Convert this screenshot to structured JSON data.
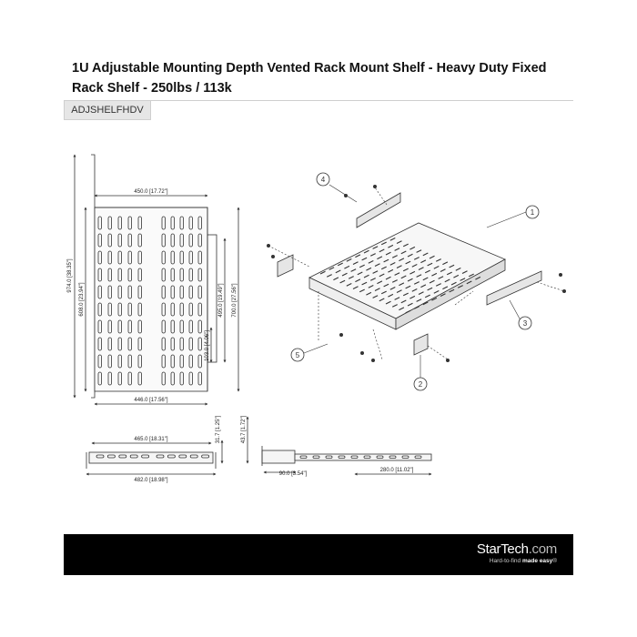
{
  "product": {
    "title": "1U Adjustable Mounting Depth Vented Rack Mount Shelf - Heavy Duty Fixed Rack Shelf - 250lbs / 113k",
    "sku": "ADJSHELFHDV"
  },
  "drawing": {
    "top_view": {
      "width_top": "450.0 [17.72\"]",
      "height_total": "974.0 [38.35\"]",
      "height_left": "608.0 [23.94\"]",
      "depth_mid": "495.0 [19.49\"]",
      "depth_right": "700.0 [27.56\"]",
      "depth_small": "103.0 [4.06\"]",
      "width_bottom": "446.0 [17.56\"]"
    },
    "front_view": {
      "inner_width": "465.0 [18.31\"]",
      "outer_width": "482.0 [18.98\"]",
      "height": "31.7 [1.25\"]"
    },
    "side_view": {
      "height": "43.7 [1.72\"]",
      "front_len": "90.0 [3.54\"]",
      "rail_len": "280.0 [11.02\"]"
    },
    "callouts": [
      "1",
      "2",
      "3",
      "4",
      "5"
    ]
  },
  "brand": {
    "name": "StarTech",
    "suffix": ".com",
    "tagline_lead": "Hard-to-find ",
    "tagline_bold": "made easy",
    "tagline_mark": "®"
  }
}
